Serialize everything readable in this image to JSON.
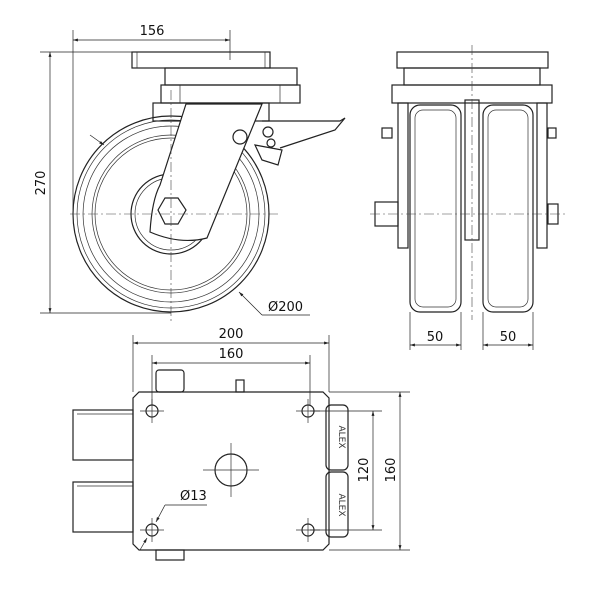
{
  "title": "Swivel castor with brake, twin wheel - technical drawing",
  "dimensions": {
    "plate_length": "156",
    "overall_height": "270",
    "wheel_diameter": "Ø200",
    "wheel_width_left": "50",
    "wheel_width_right": "50",
    "plate_width": "200",
    "hole_spacing_x": "160",
    "hole_diameter": "Ø13",
    "hole_spacing_y": "120",
    "plate_depth": "160"
  },
  "wheel_marking": [
    "ALEX",
    "ALEX"
  ]
}
